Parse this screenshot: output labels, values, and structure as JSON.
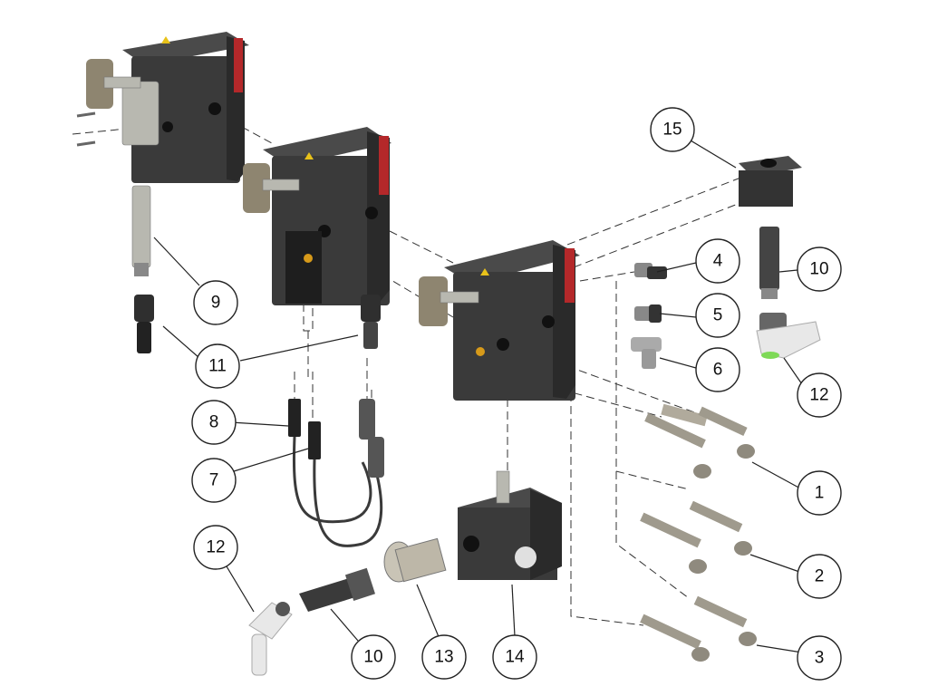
{
  "callouts": [
    {
      "id": "c9",
      "label": "9"
    },
    {
      "id": "c11",
      "label": "11"
    },
    {
      "id": "c8",
      "label": "8"
    },
    {
      "id": "c7",
      "label": "7"
    },
    {
      "id": "c12a",
      "label": "12"
    },
    {
      "id": "c10a",
      "label": "10"
    },
    {
      "id": "c13",
      "label": "13"
    },
    {
      "id": "c14",
      "label": "14"
    },
    {
      "id": "c15",
      "label": "15"
    },
    {
      "id": "c4",
      "label": "4"
    },
    {
      "id": "c5",
      "label": "5"
    },
    {
      "id": "c6",
      "label": "6"
    },
    {
      "id": "c10b",
      "label": "10"
    },
    {
      "id": "c12b",
      "label": "12"
    },
    {
      "id": "c1",
      "label": "1"
    },
    {
      "id": "c2",
      "label": "2"
    },
    {
      "id": "c3",
      "label": "3"
    }
  ],
  "colors": {
    "housing": "#3a3a3a",
    "metal": "#b8b8b0",
    "accent_red": "#b4282a",
    "connector_white": "#e8e8e8",
    "led_green": "#7ed957"
  }
}
